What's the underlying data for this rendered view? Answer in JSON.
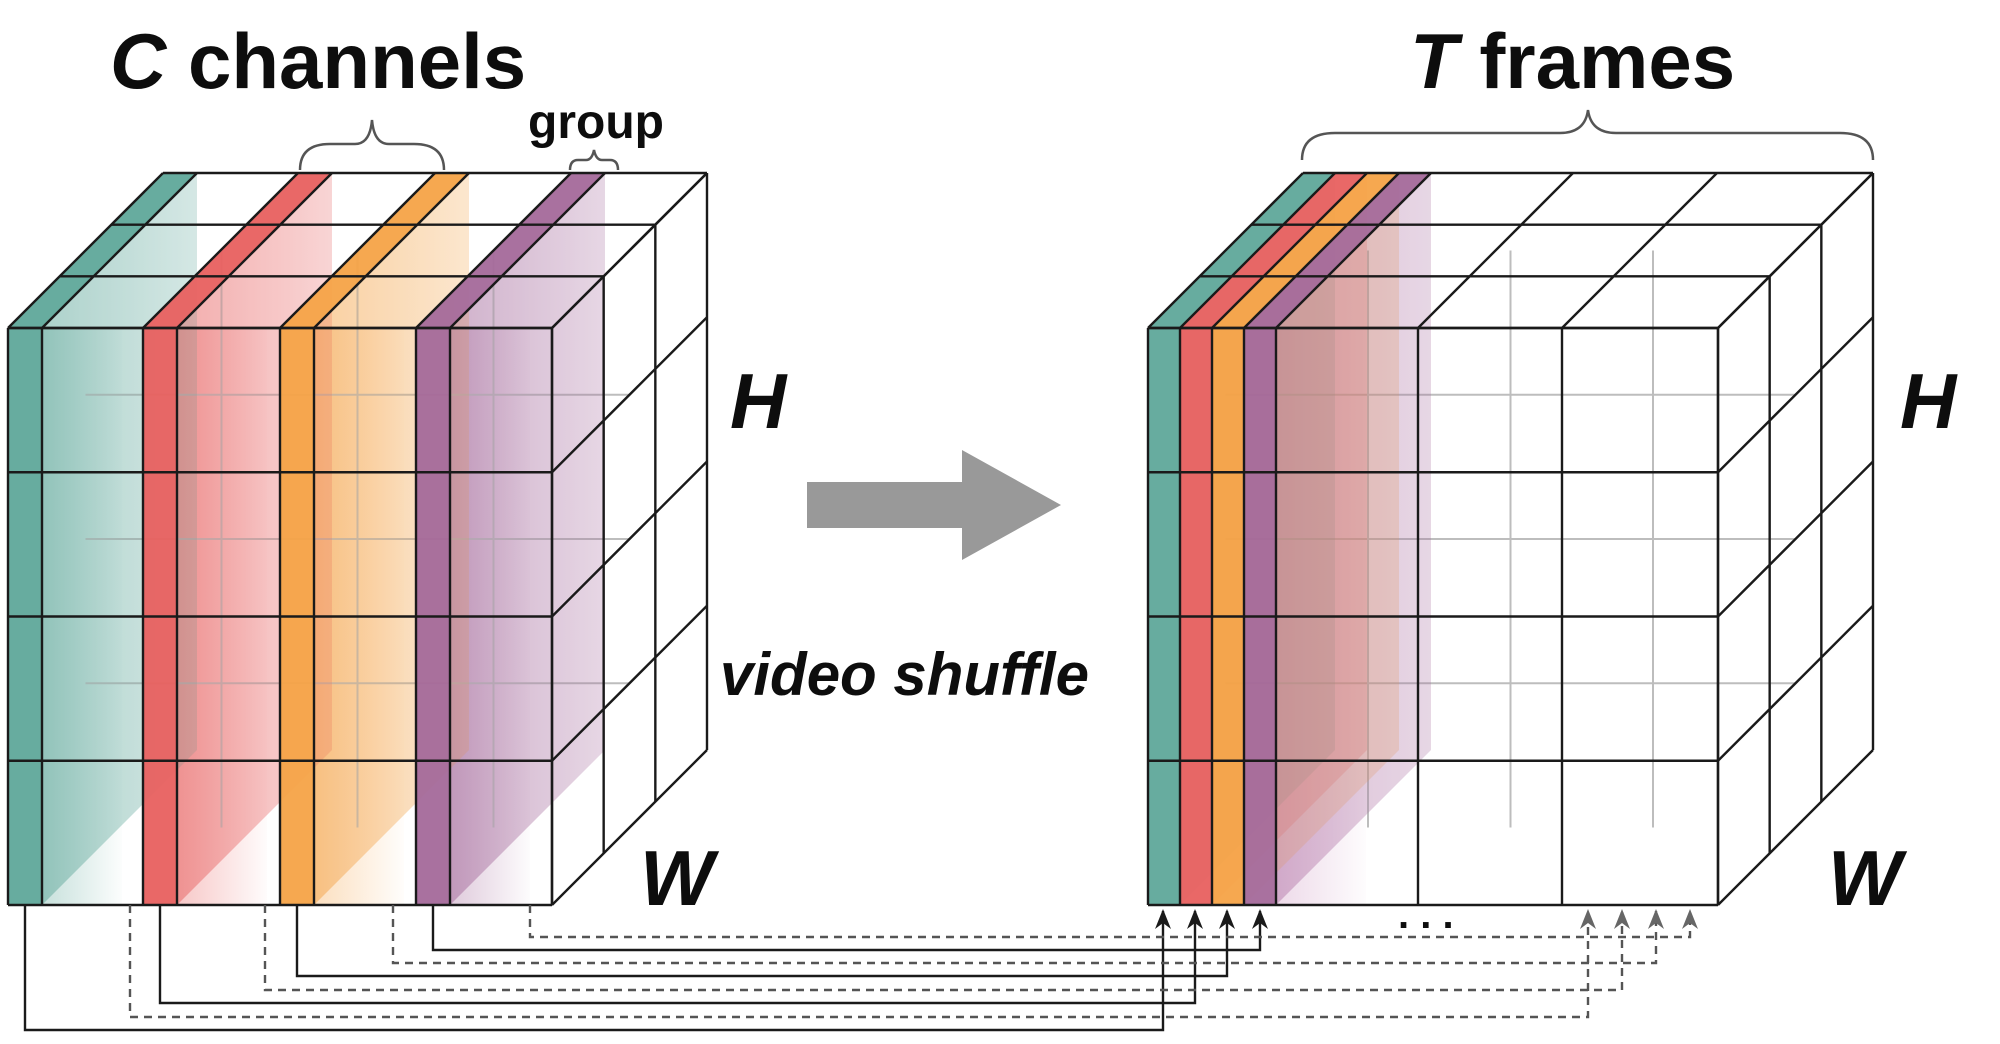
{
  "left_cube": {
    "title_var": "C",
    "title_rest": " channels",
    "group_label": "group",
    "h_label": "H",
    "w_label": "W"
  },
  "right_cube": {
    "title_var": "T",
    "title_rest": " frames",
    "h_label": "H",
    "w_label": "W"
  },
  "arrow_caption": "video shuffle",
  "dots": ". . .",
  "colors": {
    "teal": "#5fa89a",
    "red": "#e8605f",
    "orange": "#f5a347",
    "purple": "#a4699a",
    "arrow": "#999999",
    "line": "#1a1a1a"
  }
}
